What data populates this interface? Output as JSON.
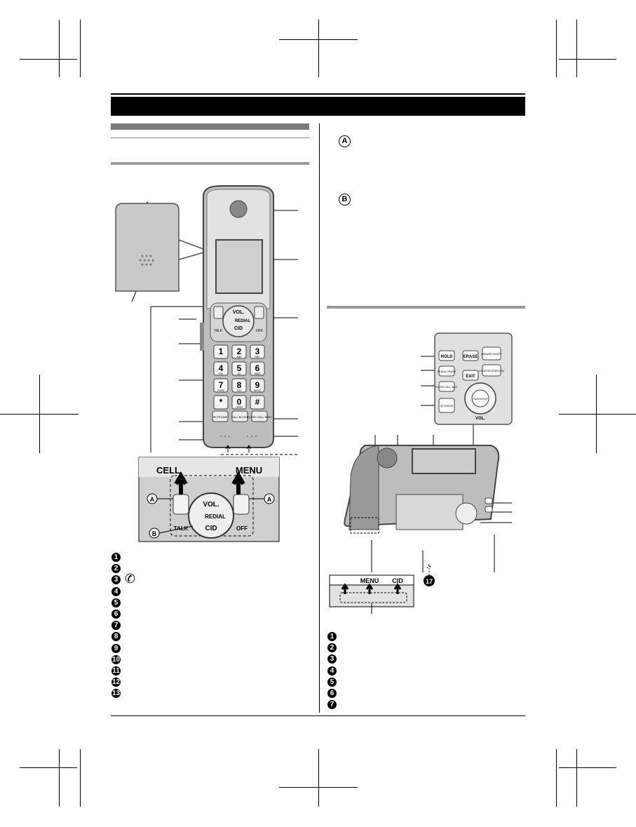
{
  "handset": {
    "buttons": {
      "vol": "VOL.",
      "redial": "REDIAL",
      "cid": "CID",
      "talk": "TALK",
      "off": "OFF",
      "speaker": "SP-PHONE",
      "call_block": "CALL BLOCK",
      "flash": "FLASH CALL WAIT"
    },
    "keypad": [
      "1",
      "2",
      "3",
      "4",
      "5",
      "6",
      "7",
      "8",
      "9",
      "*",
      "0",
      "#"
    ],
    "key_letters": [
      "",
      "ABC",
      "DEF",
      "GHI",
      "JKL",
      "MNO",
      "PQRS",
      "TUV",
      "WXYZ",
      "",
      "OPER",
      ""
    ],
    "soft_keys": {
      "left": "CELL",
      "right": "MENU"
    },
    "callouts": {
      "a": "A",
      "b": "B"
    },
    "numbers": [
      "1",
      "2",
      "3",
      "4",
      "5",
      "6",
      "7",
      "8",
      "9",
      "10",
      "11",
      "12",
      "13"
    ]
  },
  "right_column": {
    "marker_a": "A",
    "marker_b": "B"
  },
  "base": {
    "buttons": {
      "hold": "HOLD",
      "redial_pause": "REDIAL/ PAUSE",
      "flash": "FLASH/ CALL WAIT",
      "speaker": "SP-PHONE",
      "erase": "ERASE",
      "answer": "ANSWER ON/OFF",
      "locator": "LOCATOR INTERCOM",
      "exit": "EXIT",
      "play_stop": "PLAY/STOP",
      "vol": "VOL."
    },
    "soft_keys": [
      "MENU",
      "CID"
    ],
    "callout_17": "17",
    "numbers": [
      "1",
      "2",
      "3",
      "4",
      "5",
      "6",
      "7"
    ]
  }
}
